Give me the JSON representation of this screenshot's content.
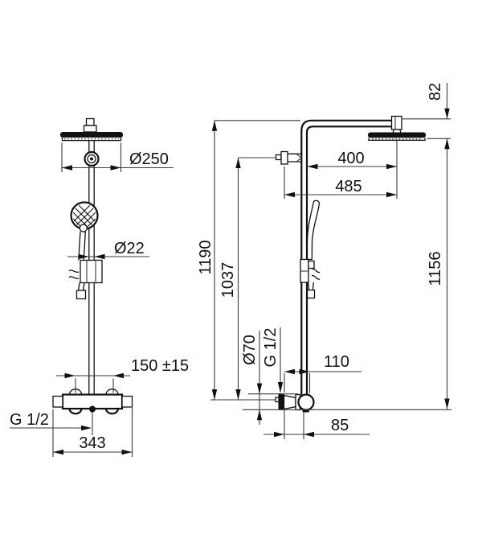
{
  "drawing": {
    "background_color": "#ffffff",
    "line_color": "#111111",
    "front_view": {
      "dim_head_diameter": "Ø250",
      "dim_pipe_diameter": "Ø22",
      "dim_inlet_spacing": "150 ±15",
      "dim_outlet_thread": "G 1/2",
      "dim_total_width": "343"
    },
    "side_view": {
      "dim_head_drop": "82",
      "dim_arm_reach_pipe": "400",
      "dim_arm_reach_wall": "485",
      "dim_height_arm": "1190",
      "dim_height_bracket": "1037",
      "dim_height_head": "1156",
      "dim_handle_diameter": "Ø70",
      "dim_wall_thread": "G 1/2",
      "dim_depth_front": "110",
      "dim_depth_center": "85"
    }
  }
}
